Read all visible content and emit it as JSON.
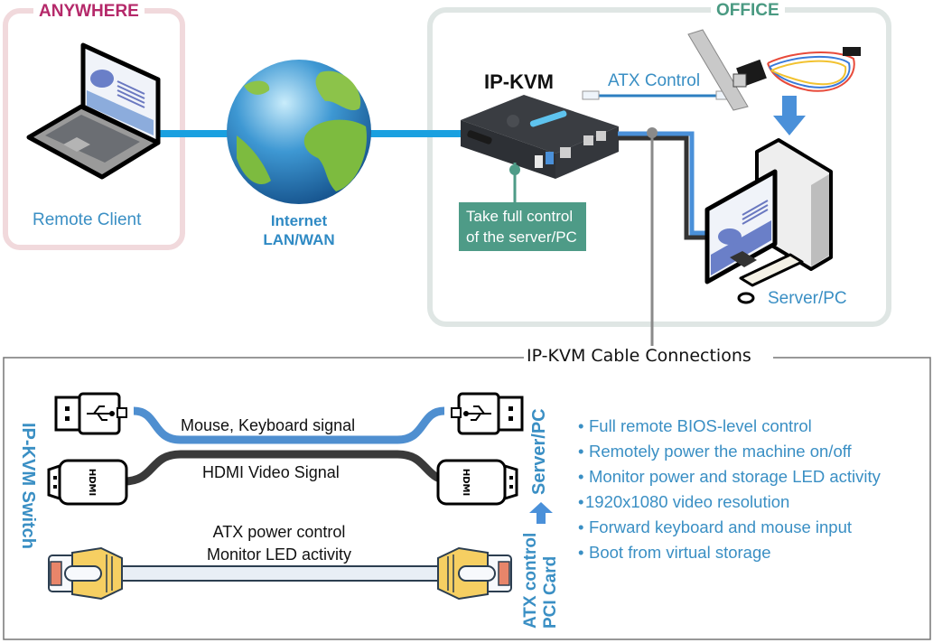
{
  "groups": {
    "anywhere": {
      "label": "ANYWHERE",
      "color": "#b5296a"
    },
    "office": {
      "label": "OFFICE",
      "color": "#4a9a82"
    }
  },
  "nodes": {
    "remote_client": {
      "label": "Remote Client",
      "icon": "laptop-icon"
    },
    "internet": {
      "label_line1": "Internet",
      "label_line2": "LAN/WAN",
      "icon": "globe-icon"
    },
    "ip_kvm": {
      "label": "IP-KVM",
      "icon": "ip-kvm-device-icon"
    },
    "atx_control": {
      "label": "ATX Control",
      "icon": "ethernet-cable-icon"
    },
    "atx_card": {
      "icon": "pci-card-icon"
    },
    "server_pc": {
      "label": "Server/PC",
      "icon": "desktop-pc-icon"
    }
  },
  "callout": {
    "line1": "Take full control",
    "line2": "of the server/PC",
    "color": "#4e9b87"
  },
  "cable_panel": {
    "title": "IP-KVM Cable Connections",
    "left_side_label": "IP-KVM Switch",
    "right_side_label_top": "Server/PC",
    "right_side_label_bottom_line1": "ATX control",
    "right_side_label_bottom_line2": "PCI Card",
    "cables": [
      {
        "name": "usb",
        "label": "Mouse, Keyboard signal",
        "connector_icon": "usb-connector-icon",
        "color": "#4f8fd0"
      },
      {
        "name": "hdmi",
        "label": "HDMI Video Signal",
        "connector_icon": "hdmi-connector-icon",
        "connector_text": "HDMI",
        "color": "#3a3a3a"
      },
      {
        "name": "atx",
        "label_line1": "ATX power control",
        "label_line2": "Monitor LED activity",
        "connector_icon": "rj45-connector-icon",
        "color": "#e8eef5"
      }
    ]
  },
  "features": [
    "Full remote BIOS-level control",
    "Remotely power the machine on/off",
    "Monitor power and storage LED activity",
    "1920x1080 video resolution",
    "Forward keyboard and mouse input",
    "Boot from virtual storage"
  ],
  "colors": {
    "network_line": "#1aa0e0",
    "usb_cable": "#4f8fd0",
    "hdmi_cable": "#3a3a3a",
    "text_blue": "#3a8fc4",
    "anywhere_border": "#f1d9dc",
    "office_border": "#dfe6e4"
  }
}
